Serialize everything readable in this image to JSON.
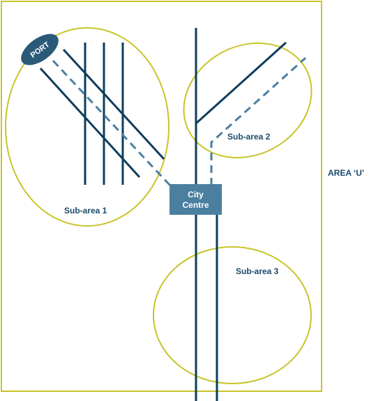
{
  "area_label": "AREA ‘U’",
  "port_label": "PORT",
  "city_centre": {
    "line1": "City",
    "line2": "Centre"
  },
  "sub_areas": {
    "one": "Sub-area 1",
    "two": "Sub-area 2",
    "three": "Sub-area 3"
  },
  "colors": {
    "area_border": "#c8c42a",
    "route": "#0f3d5c",
    "planned_route": "#4a7fa0",
    "centre_box": "#4a7fa0",
    "port": "#2b5a78",
    "text": "#1a4a6b"
  }
}
